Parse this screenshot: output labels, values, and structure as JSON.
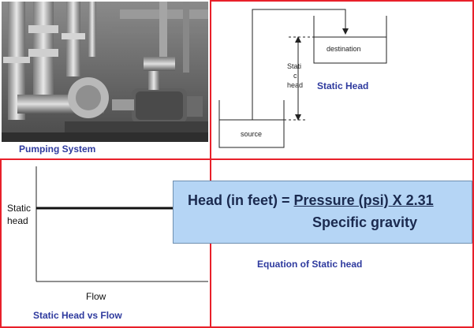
{
  "panels": {
    "pumping_system": {
      "caption": "Pumping System"
    },
    "static_head_diagram": {
      "caption": "Static Head",
      "destination_label": "destination",
      "source_label": "source",
      "static_head_label_lines": [
        "Stati",
        "c",
        "head"
      ]
    },
    "static_head_vs_flow": {
      "caption": "Static Head vs Flow",
      "y_label_lines": [
        "Static",
        "head"
      ],
      "x_label": "Flow"
    },
    "equation": {
      "lhs": "Head (in feet) = ",
      "numerator": "Pressure (psi) X 2.31",
      "denominator": "Specific gravity",
      "caption": "Equation of Static head"
    }
  },
  "colors": {
    "border_red": "#e8202a",
    "caption_blue": "#2e3a9e",
    "equation_bg": "#b5d5f5",
    "equation_text": "#1b2a4f"
  }
}
